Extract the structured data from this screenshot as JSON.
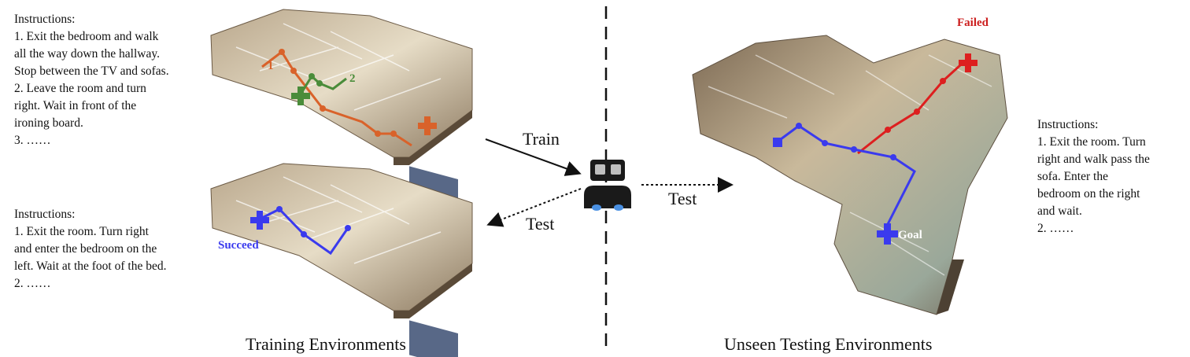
{
  "left_top_instructions": "Instructions:\n1. Exit the bedroom and walk\nall the way down the hallway.\nStop between the TV and sofas.\n2. Leave the room and turn\nright. Wait in front of the\nironing board.\n3. ……",
  "left_bottom_instructions": "Instructions:\n1. Exit the room. Turn right\nand enter the bedroom on the\nleft. Wait at the foot of the bed.\n2. ……",
  "right_instructions": "Instructions:\n1. Exit the room. Turn\nright and walk pass the\nsofa. Enter the\nbedroom on the right\nand wait.\n2. ……",
  "labels": {
    "train": "Train",
    "test_left": "Test",
    "test_right": "Test",
    "succeed": "Succeed",
    "failed": "Failed",
    "goal": "Goal",
    "path1": "1",
    "path2": "2"
  },
  "captions": {
    "training": "Training Environments",
    "testing": "Unseen Testing Environments"
  },
  "colors": {
    "path_orange": "#d9622a",
    "path_green": "#4a8c3a",
    "path_blue": "#3a3aee",
    "path_red": "#dd1f1f"
  }
}
